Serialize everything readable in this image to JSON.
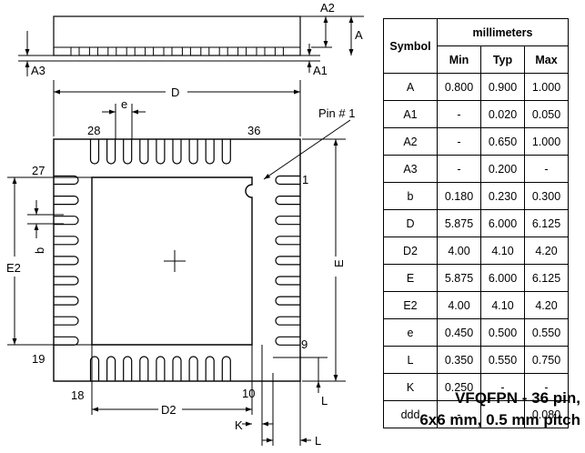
{
  "drawing": {
    "side_view_labels": {
      "a": "A",
      "a1": "A1",
      "a2": "A2",
      "a3": "A3"
    },
    "top_view_labels": {
      "d": "D",
      "e_pitch": "e",
      "b": "b",
      "e2": "E2",
      "e_dim": "E",
      "d2": "D2",
      "k": "K",
      "l_right": "L",
      "l_bottom": "L",
      "pin1_callout": "Pin # 1"
    },
    "pin_numbers": {
      "p28": "28",
      "p36": "36",
      "p27": "27",
      "p1": "1",
      "p9": "9",
      "p19": "19",
      "p18": "18",
      "p10": "10"
    }
  },
  "table": {
    "header_symbol": "Symbol",
    "header_group": "millimeters",
    "header_min": "Min",
    "header_typ": "Typ",
    "header_max": "Max",
    "rows": [
      {
        "symbol": "A",
        "min": "0.800",
        "typ": "0.900",
        "max": "1.000"
      },
      {
        "symbol": "A1",
        "min": "-",
        "typ": "0.020",
        "max": "0.050"
      },
      {
        "symbol": "A2",
        "min": "-",
        "typ": "0.650",
        "max": "1.000"
      },
      {
        "symbol": "A3",
        "min": "-",
        "typ": "0.200",
        "max": "-"
      },
      {
        "symbol": "b",
        "min": "0.180",
        "typ": "0.230",
        "max": "0.300"
      },
      {
        "symbol": "D",
        "min": "5.875",
        "typ": "6.000",
        "max": "6.125"
      },
      {
        "symbol": "D2",
        "min": "4.00",
        "typ": "4.10",
        "max": "4.20"
      },
      {
        "symbol": "E",
        "min": "5.875",
        "typ": "6.000",
        "max": "6.125"
      },
      {
        "symbol": "E2",
        "min": "4.00",
        "typ": "4.10",
        "max": "4.20"
      },
      {
        "symbol": "e",
        "min": "0.450",
        "typ": "0.500",
        "max": "0.550"
      },
      {
        "symbol": "L",
        "min": "0.350",
        "typ": "0.550",
        "max": "0.750"
      },
      {
        "symbol": "K",
        "min": "0.250",
        "typ": "-",
        "max": "-"
      },
      {
        "symbol": "ddd",
        "min": "-",
        "typ": "-",
        "max": "0.080"
      }
    ]
  },
  "caption": {
    "line1": "VFQFPN - 36 pin,",
    "line2": "6x6 mm, 0.5 mm pitch"
  }
}
